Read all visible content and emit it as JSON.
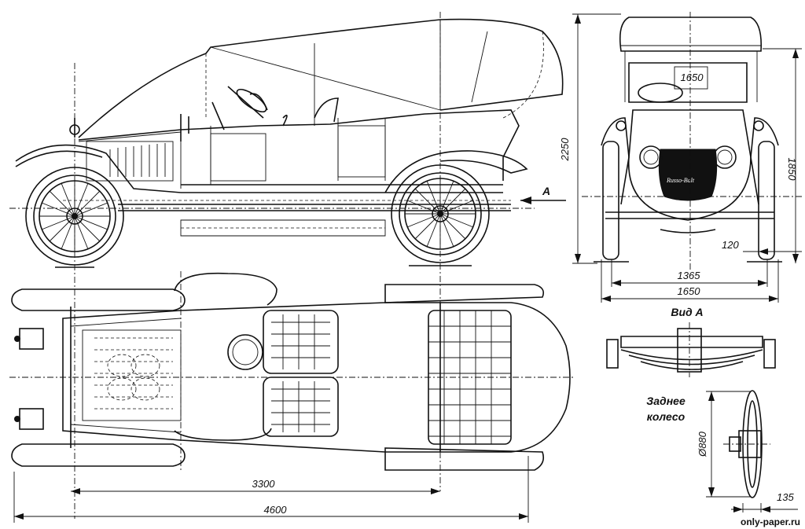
{
  "dimensions": {
    "height_total": "2250",
    "height_track": "1850",
    "track_front": "1365",
    "width_total": "1650",
    "tire_width": "120",
    "wheelbase": "3300",
    "length_total": "4600",
    "wheel_diameter": "Ø880",
    "hub_offset": "135"
  },
  "labels": {
    "arrow_a": "A",
    "view_a": "Вид А",
    "rear_wheel_line1": "Заднее",
    "rear_wheel_line2": "колесо",
    "windshield_number": "1650"
  },
  "watermark": "only-paper.ru"
}
